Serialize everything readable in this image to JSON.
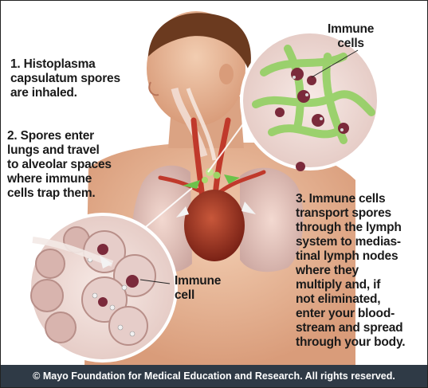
{
  "steps": {
    "step1": "1. Histoplasma\ncapsulatum spores\nare inhaled.",
    "step2": "2. Spores enter\nlungs and travel\nto alveolar spaces\nwhere immune\ncells trap them.",
    "step3": "3. Immune cells\ntransport spores\nthrough the lymph\nsystem to medias-\ntinal lymph nodes\nwhere they\nmultiply and, if\nnot eliminated,\nenter your blood-\nstream and spread\nthrough your body."
  },
  "callouts": {
    "immune_cells_top": "Immune\ncells",
    "immune_cell_bottom": "Immune\ncell"
  },
  "footer": {
    "copyright": "© Mayo Foundation for Medical Education and Research.  All rights reserved."
  },
  "colors": {
    "skin": "#e8b99a",
    "hair": "#6b3a1f",
    "artery": "#c0392b",
    "lymph": "#8ccf5a",
    "footer_bg": "#2f3a46"
  }
}
